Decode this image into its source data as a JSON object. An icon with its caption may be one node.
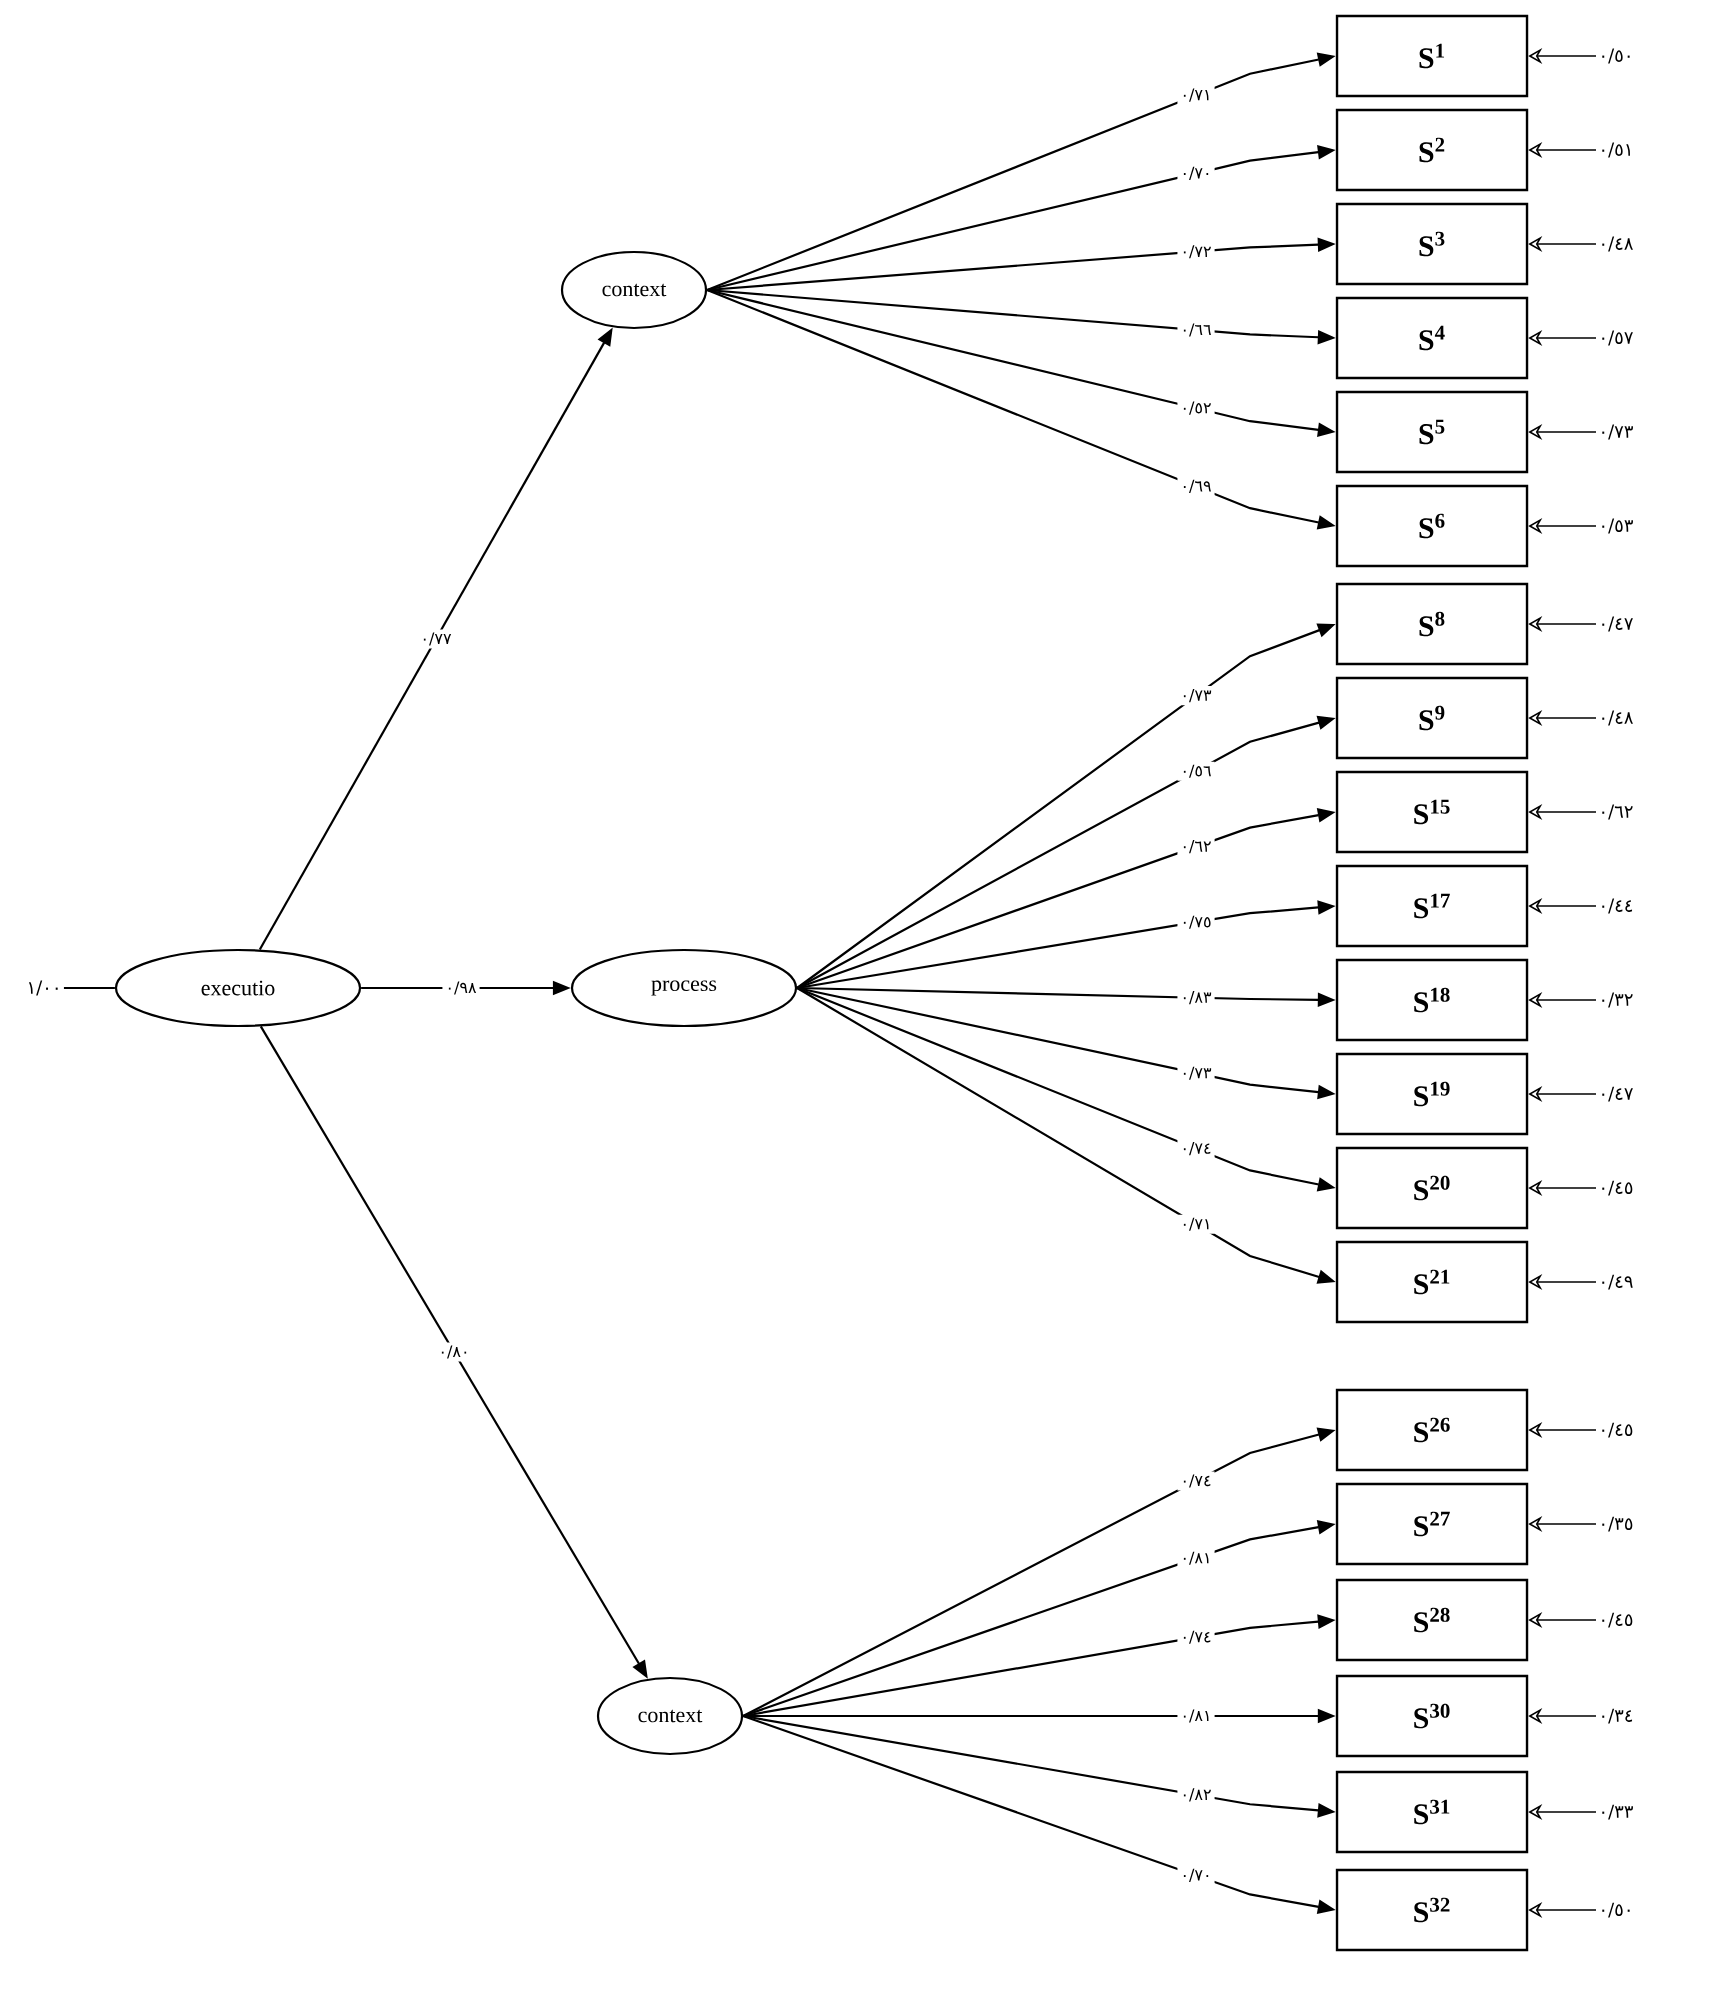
{
  "diagram": {
    "nodes": [
      {
        "text": [
          "١/٠٠"
        ]
      },
      {
        "text": [
          "executio"
        ]
      },
      {
        "text": [
          "context"
        ]
      },
      {
        "text": [
          "process"
        ]
      },
      {
        "text": [
          "context"
        ]
      },
      {
        "text": [
          "S$^{1}$"
        ]
      },
      {
        "text": [
          "S$^{2}$"
        ]
      },
      {
        "text": [
          "S$^{3}$"
        ]
      },
      {
        "text": [
          "S$^{4}$"
        ]
      },
      {
        "text": [
          "S$^{5}$"
        ]
      },
      {
        "text": [
          "S$^{6}$"
        ]
      },
      {
        "text": [
          "S$^{8}$"
        ]
      },
      {
        "text": [
          "S$^{9}$"
        ]
      },
      {
        "text": [
          "S$^{15}$"
        ]
      },
      {
        "text": [
          "S$^{17}$"
        ]
      },
      {
        "text": [
          "S$^{18}$"
        ]
      },
      {
        "text": [
          "S$^{19}$"
        ]
      },
      {
        "text": [
          "S$^{20}$"
        ]
      },
      {
        "text": [
          "S$^{21}$"
        ]
      },
      {
        "text": [
          "S$^{26}$"
        ]
      },
      {
        "text": [
          "S$^{27}$"
        ]
      },
      {
        "text": [
          "S$^{28}$"
        ]
      },
      {
        "text": [
          "S$^{30}$"
        ]
      },
      {
        "text": [
          "S$^{31}$"
        ]
      },
      {
        "text": [
          "S$^{32}$"
        ]
      },
      {
        "text": [
          "٠/٥٠"
        ]
      },
      {
        "text": [
          "٠/٥١"
        ]
      },
      {
        "text": [
          "٠/٤٨"
        ]
      },
      {
        "text": [
          "٠/٥٧"
        ]
      },
      {
        "text": [
          "٠/٧٣"
        ]
      },
      {
        "text": [
          "٠/٥٣"
        ]
      },
      {
        "text": [
          "٠/٤٧"
        ]
      },
      {
        "text": [
          "٠/٤٨"
        ]
      },
      {
        "text": [
          "٠/٦٢"
        ]
      },
      {
        "text": [
          "٠/٤٤"
        ]
      },
      {
        "text": [
          "٠/٣٢"
        ]
      },
      {
        "text": [
          "٠/٤٧"
        ]
      },
      {
        "text": [
          "٠/٤٥"
        ]
      },
      {
        "text": [
          "٠/٤٩"
        ]
      },
      {
        "text": [
          "٠/٤٥"
        ]
      },
      {
        "text": [
          "٠/٣٥"
        ]
      },
      {
        "text": [
          "٠/٤٥"
        ]
      },
      {
        "text": [
          "٠/٣٤"
        ]
      },
      {
        "text": [
          "٠/٣٣"
        ]
      },
      {
        "text": [
          "٠/٥٠"
        ]
      }
    ],
    "edges": [
      {
        "from": 0,
        "to": 1,
        "arrow": "none"
      },
      {
        "from": 1,
        "to": 2,
        "arrow": "to",
        "label": "٠/٧٧"
      },
      {
        "from": 1,
        "to": 3,
        "arrow": "to",
        "label": "٠/٩٨"
      },
      {
        "from": 1,
        "to": 4,
        "arrow": "to",
        "label": "٠/٨٠"
      },
      {
        "from": 2,
        "to": 5,
        "arrow": "to",
        "label": "٠/٧١"
      },
      {
        "from": 2,
        "to": 6,
        "arrow": "to",
        "label": "٠/٧٠"
      },
      {
        "from": 2,
        "to": 7,
        "arrow": "to",
        "label": "٠/٧٢"
      },
      {
        "from": 2,
        "to": 8,
        "arrow": "to",
        "label": "٠/٦٦"
      },
      {
        "from": 2,
        "to": 9,
        "arrow": "to",
        "label": "٠/٥٢"
      },
      {
        "from": 2,
        "to": 10,
        "arrow": "to",
        "label": "٠/٦٩"
      },
      {
        "from": 3,
        "to": 11,
        "arrow": "to",
        "label": "٠/٧٣"
      },
      {
        "from": 3,
        "to": 12,
        "arrow": "to",
        "label": "٠/٥٦"
      },
      {
        "from": 3,
        "to": 13,
        "arrow": "to",
        "label": "٠/٦٢"
      },
      {
        "from": 3,
        "to": 14,
        "arrow": "to",
        "label": "٠/٧٥"
      },
      {
        "from": 3,
        "to": 15,
        "arrow": "to",
        "label": "٠/٨٣"
      },
      {
        "from": 3,
        "to": 16,
        "arrow": "to",
        "label": "٠/٧٣"
      },
      {
        "from": 3,
        "to": 17,
        "arrow": "to",
        "label": "٠/٧٤"
      },
      {
        "from": 3,
        "to": 18,
        "arrow": "to",
        "label": "٠/٧١"
      },
      {
        "from": 4,
        "to": 19,
        "arrow": "to",
        "label": "٠/٧٤"
      },
      {
        "from": 4,
        "to": 20,
        "arrow": "to",
        "label": "٠/٨١"
      },
      {
        "from": 4,
        "to": 21,
        "arrow": "to",
        "label": "٠/٧٤"
      },
      {
        "from": 4,
        "to": 22,
        "arrow": "to",
        "label": "٠/٨١"
      },
      {
        "from": 4,
        "to": 23,
        "arrow": "to",
        "label": "٠/٨٢"
      },
      {
        "from": 4,
        "to": 24,
        "arrow": "to",
        "label": "٠/٧٠"
      },
      {
        "from": 25,
        "to": 5,
        "arrow": "to"
      },
      {
        "from": 26,
        "to": 6,
        "arrow": "to"
      },
      {
        "from": 27,
        "to": 7,
        "arrow": "to"
      },
      {
        "from": 28,
        "to": 8,
        "arrow": "to"
      },
      {
        "from": 29,
        "to": 9,
        "arrow": "to"
      },
      {
        "from": 30,
        "to": 10,
        "arrow": "to"
      },
      {
        "from": 31,
        "to": 11,
        "arrow": "to"
      },
      {
        "from": 32,
        "to": 12,
        "arrow": "to"
      },
      {
        "from": 33,
        "to": 13,
        "arrow": "to"
      },
      {
        "from": 34,
        "to": 14,
        "arrow": "to"
      },
      {
        "from": 35,
        "to": 15,
        "arrow": "to"
      },
      {
        "from": 36,
        "to": 16,
        "arrow": "to"
      },
      {
        "from": 37,
        "to": 17,
        "arrow": "to"
      },
      {
        "from": 38,
        "to": 18,
        "arrow": "to"
      },
      {
        "from": 39,
        "to": 19,
        "arrow": "to"
      },
      {
        "from": 40,
        "to": 20,
        "arrow": "to"
      },
      {
        "from": 41,
        "to": 21,
        "arrow": "to"
      },
      {
        "from": 42,
        "to": 22,
        "arrow": "to"
      },
      {
        "from": 43,
        "to": 23,
        "arrow": "to"
      },
      {
        "from": 44,
        "to": 24,
        "arrow": "to"
      }
    ]
  }
}
